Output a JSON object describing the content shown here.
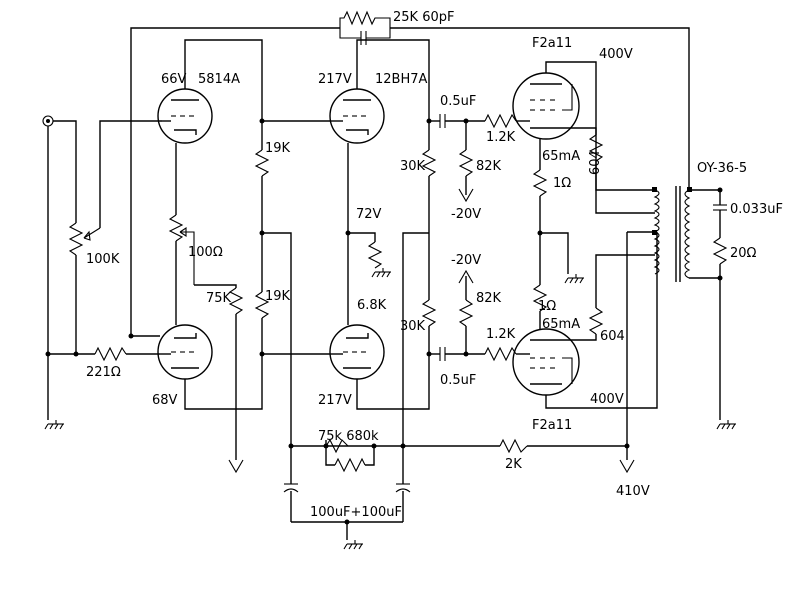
{
  "labels": {
    "feedback": "25K 60pF",
    "v1_anode_v": "66V",
    "v1_type": "5814A",
    "v2_anode_v": "217V",
    "v2_type": "12BH7A",
    "coupling_cap_top": "0.5uF",
    "grid_r_top": "1.2K",
    "bias_r_top": "82K",
    "neg_bias_top": "-20V",
    "out_tube_top": "F2a11",
    "b_plus_top": "400V",
    "output_transformer": "OY-36-5",
    "zobel_cap": "0.033uF",
    "zobel_r": "20Ω",
    "screen_r_top": "604",
    "current_top": "65mA",
    "sense_r_top": "1Ω",
    "plate_r_19k_top": "19K",
    "plate_r_19k_bot": "19K",
    "load_r_30k_top": "30K",
    "load_r_30k_bot": "30K",
    "input_pot": "100K",
    "balance_pot": "100Ω",
    "cathode_v": "72V",
    "cathode_r": "6.8K",
    "tail_r": "75K",
    "input_r": "221Ω",
    "v1b_cathode_v": "68V",
    "v2b_anode_v": "217V",
    "coupling_cap_bot": "0.5uF",
    "grid_r_bot": "1.2K",
    "bias_r_bot": "82K",
    "neg_bias_bot": "-20V",
    "sense_r_bot": "1Ω",
    "current_bot": "65mA",
    "screen_r_bot": "604",
    "b_plus_bot": "400V",
    "out_tube_bot": "F2a11",
    "decoupling_r": "75k 680k",
    "supply_r": "2K",
    "supply_v": "410V",
    "filter_caps": "100uF+100uF"
  }
}
